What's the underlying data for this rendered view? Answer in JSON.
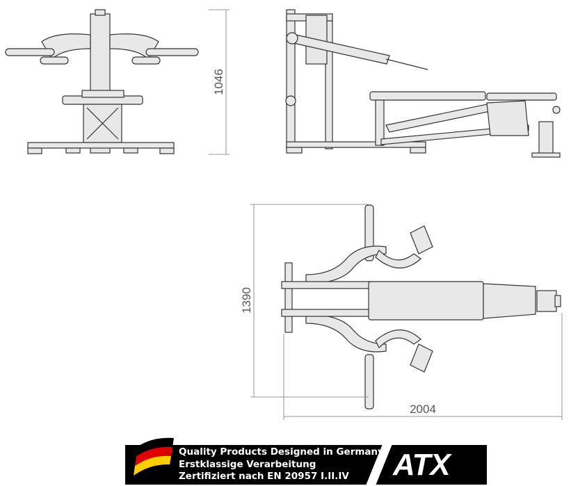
{
  "dimensions": {
    "front_height": "1046",
    "top_width": "1390",
    "top_length": "2004"
  },
  "banner": {
    "line1": "Quality Products Designed in Germany",
    "line2": "Erstklassige Verarbeitung",
    "line3": "Zertifiziert nach EN 20957 I.II.IV",
    "logo": "ATX",
    "flag_colors": [
      "#000000",
      "#dd0000",
      "#ffce00"
    ]
  },
  "colors": {
    "line": "#333333",
    "dimension": "#777777",
    "banner_bg": "#000000"
  }
}
